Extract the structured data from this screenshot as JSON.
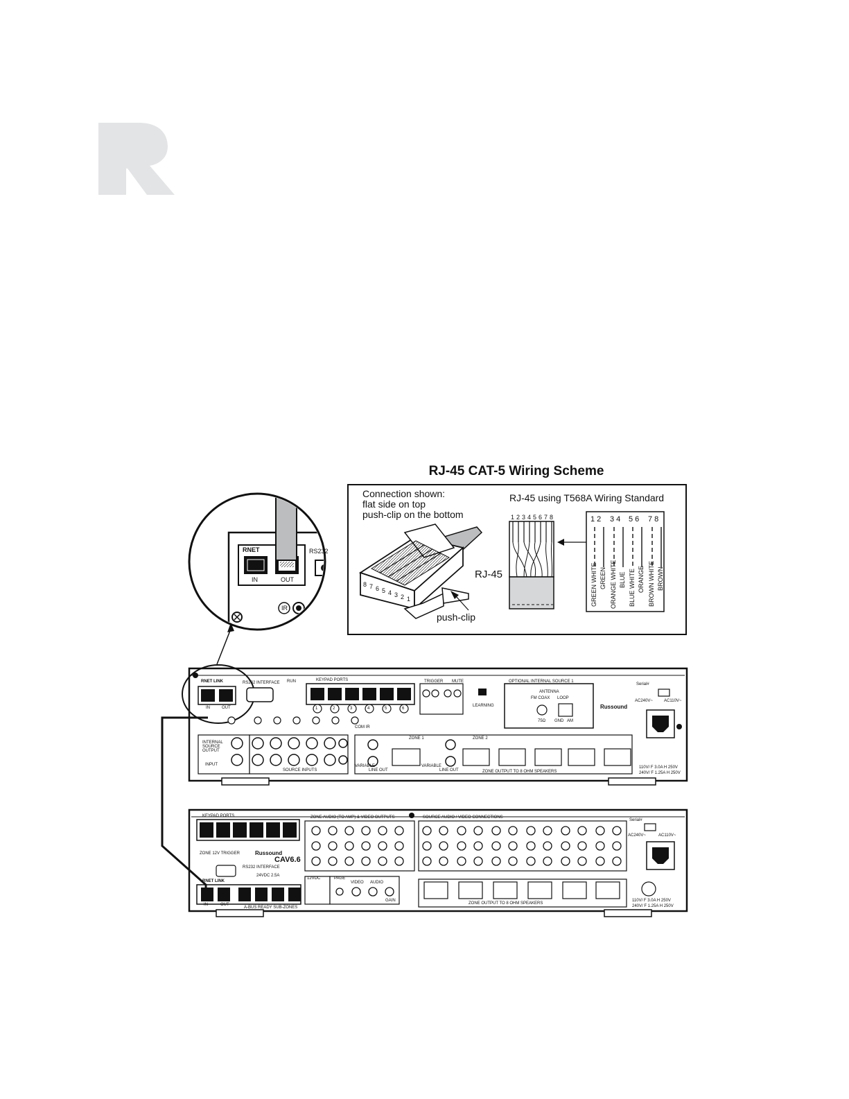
{
  "logo": {
    "name": "russound-r-logo"
  },
  "scheme": {
    "title": "RJ-45 CAT-5 Wiring Scheme",
    "connection_lines": [
      "Connection shown:",
      "flat side on top",
      "push-clip on the bottom"
    ],
    "wiring_standard": "RJ-45 using T568A  Wiring Standard",
    "rj45_label": "RJ-45",
    "push_clip_label": "push-clip",
    "plug_pins": [
      "8",
      "7",
      "6",
      "5",
      "4",
      "3",
      "2",
      "1"
    ],
    "connector_pins": [
      "1",
      "2",
      "3",
      "4",
      "5",
      "6",
      "7",
      "8"
    ],
    "pair_numbers": [
      "1 2",
      "3 4",
      "5 6",
      "7 8"
    ],
    "wire_colors": [
      "GREEN WHITE",
      "GREEN",
      "ORANGE WHITE",
      "BLUE",
      "BLUE WHITE",
      "ORANGE",
      "BROWN WHITE",
      "BROWN"
    ]
  },
  "zoom_inset": {
    "rnet_label": "RNET",
    "in_label": "IN",
    "out_label": "OUT",
    "rs232_label": "RS232",
    "ir_label": "IR"
  },
  "top_unit": {
    "rnet_link": "RNET LINK",
    "in": "IN",
    "out": "OUT",
    "rs232": "RS232 INTERFACE",
    "run": "RUN",
    "keypad_ports": "KEYPAD PORTS",
    "keypad_numbers": [
      "1",
      "2",
      "3",
      "4",
      "5",
      "6"
    ],
    "com_ir": "COM IR",
    "trigger": "TRIGGER",
    "mute": "MUTE",
    "learning": "LEARNING",
    "optional_source": "OPTIONAL INTERNAL SOURCE 1",
    "antenna": "ANTENNA",
    "fm_coax": "FM COAX",
    "loop": "LOOP",
    "ohm75": "75Ω",
    "gnd": "GND",
    "am": "AM",
    "brand": "Russound",
    "internal_source_output": "INTERNAL SOURCE OUTPUT",
    "input": "INPUT",
    "source_inputs": "SOURCE INPUTS",
    "zone1": "ZONE 1",
    "zone2": "ZONE 2",
    "line_out": "LINE OUT",
    "variable": "VARIABLE",
    "zone_output": "ZONE OUTPUT TO 8 OHM SPEAKERS",
    "serial": "Serial#",
    "ac240": "AC240V~",
    "ac110": "AC110V~",
    "fuse_a": "110V/ F 3.0A H 250V",
    "fuse_b": "240V/ F 1.25A H 250V"
  },
  "bottom_unit": {
    "keypad_ports": "KEYPAD PORTS",
    "zone_12v_trigger": "ZONE 12V TRIGGER",
    "rs232": "RS232 INTERFACE",
    "dc": "24VDC 2.5A",
    "model": "CAV6.6",
    "brand": "Russound",
    "rnet_link": "RNET LINK",
    "in": "IN",
    "out": "OUT",
    "abus": "A-BUS READY SUB-ZONES",
    "zone_av_outputs": "ZONE AUDIO (TO AMP) & VIDEO OUTPUTS",
    "source_av": "SOURCE AUDIO / VIDEO CONNECTIONS",
    "v12dc": "12VDC",
    "page": "PAGE",
    "video": "VIDEO",
    "audio": "AUDIO",
    "gain": "GAIN",
    "zone_output": "ZONE OUTPUT TO 8 OHM SPEAKERS",
    "serial": "Serial#",
    "ac240": "AC240V~",
    "ac110": "AC110V~",
    "fuse_a": "110V/ F 3.0A H 250V",
    "fuse_b": "240V/ F 1.25A H 250V"
  }
}
